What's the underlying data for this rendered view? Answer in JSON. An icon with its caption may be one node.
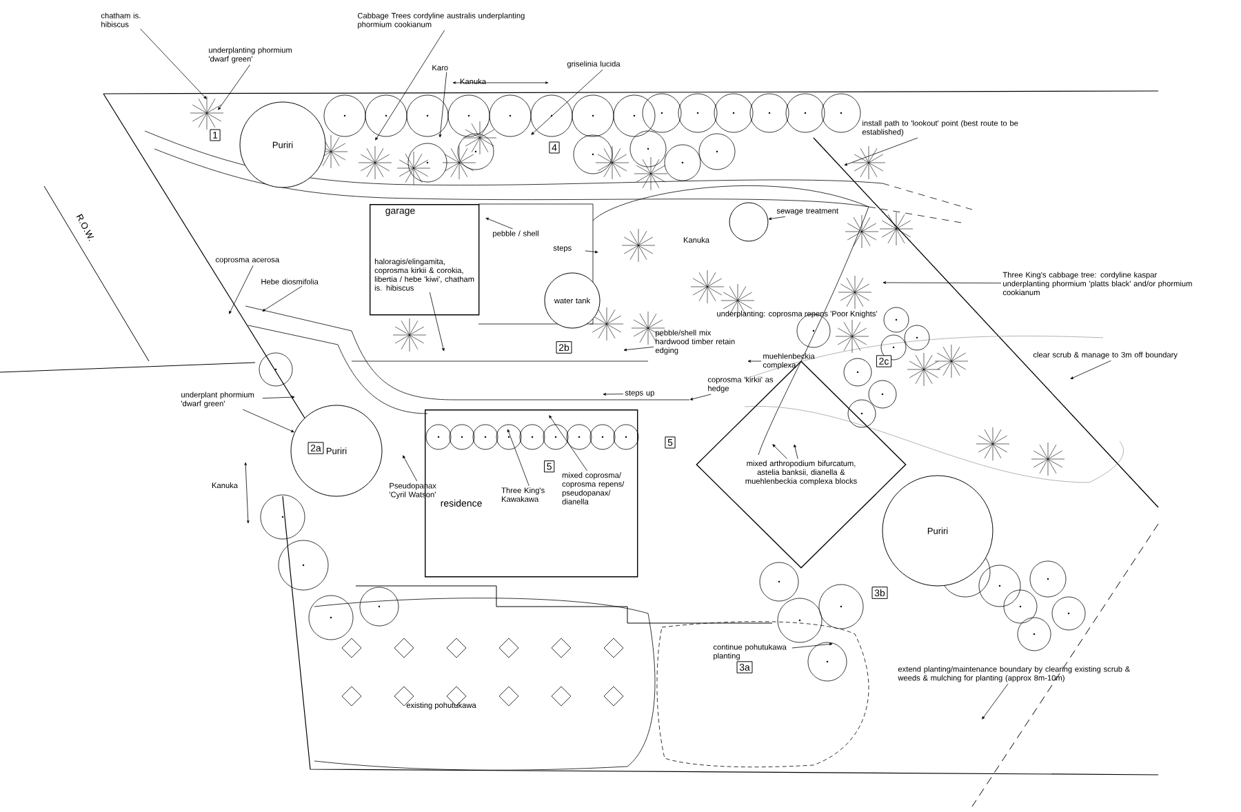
{
  "diagram": {
    "nodes": [
      {
        "text": [
          "chatham is. hibiscus"
        ]
      },
      {
        "text": [
          "underplanting phormium 'dwarf green'"
        ]
      },
      {
        "text": [
          "Cabbage Trees cordyline australis underplanting phormium cookianum"
        ]
      },
      {
        "text": [
          "Karo"
        ]
      },
      {
        "text": [
          "griselinia lucida"
        ]
      },
      {
        "text": [
          "1"
        ]
      },
      {
        "text": [
          "Puriri"
        ]
      },
      {
        "text": [
          "4"
        ]
      },
      {
        "text": [
          "install path to 'lookout' point (best route to be established)"
        ]
      },
      {
        "text": [
          "garage"
        ]
      },
      {
        "text": [
          "haloragis/elingamita, coprosma kirkii & corokia, libertia / hebe 'kiwi', chatham is. hibiscus"
        ],
        "in": 9
      },
      {
        "text": [
          "pebble / shell"
        ]
      },
      {
        "text": [
          "steps"
        ]
      },
      {
        "text": [
          "water tank"
        ]
      },
      {
        "text": [],
        "shape": "circle"
      },
      {
        "text": [
          "sewage treatment"
        ]
      },
      {
        "text": [
          "coprosma acerosa"
        ]
      },
      {
        "text": [
          "Hebe diosmifolia"
        ]
      },
      {
        "text": [
          "Three King's cabbage tree: cordyline kaspar underplanting phormium 'platts black' and/or phormium cookianum"
        ]
      },
      {
        "text": [
          "pebble/shell mix hardwood timber retain edging"
        ]
      },
      {
        "text": [
          "muehlenbeckia complexa"
        ]
      },
      {
        "text": [
          "2b"
        ]
      },
      {
        "text": [
          "2c"
        ]
      },
      {
        "text": [
          "clear scrub & manage to 3m off boundary"
        ]
      },
      {
        "text": [
          "coprosma 'kirkii' as hedge"
        ]
      },
      {
        "text": [
          "steps up"
        ]
      },
      {
        "text": [
          "underplant phormium 'dwarf green'"
        ]
      },
      {
        "text": [
          "Puriri"
        ]
      },
      {
        "text": [
          "2a"
        ],
        "in": 27
      },
      {
        "text": [
          "residence"
        ]
      },
      {
        "text": [
          "5"
        ],
        "in": 29
      },
      {
        "text": [
          "5"
        ]
      },
      {
        "text": [],
        "shape": "diamond"
      },
      {
        "text": [
          "mixed arthropodium bifurcatum, astelia banksii, dianella & muehlenbeckia complexa blocks"
        ],
        "in": 32
      },
      {
        "text": [
          "Pseudopanax 'Cyril Watson'"
        ]
      },
      {
        "text": [
          "Three King's Kawakawa"
        ],
        "in": 29
      },
      {
        "text": [
          "mixed coprosma/ coprosma repens/ pseudopanax/ dianella"
        ],
        "in": 29
      },
      {
        "text": [
          "Puriri"
        ]
      },
      {
        "text": [
          "3b"
        ]
      },
      {
        "text": [
          "continue pohutukawa planting"
        ]
      },
      {
        "text": [
          "3a"
        ]
      },
      {
        "text": [
          "extend planting/maintenance boundary by clearing existing scrub & weeds & mulching for planting (approx 8m-10m)"
        ]
      }
    ],
    "edges": [
      {
        "from": 0,
        "to": null,
        "arrow": "to"
      },
      {
        "from": 1,
        "to": null,
        "arrow": "to"
      },
      {
        "from": 2,
        "to": null,
        "arrow": "to"
      },
      {
        "from": 3,
        "to": null,
        "arrow": "to"
      },
      {
        "from": 4,
        "to": null,
        "arrow": "to"
      },
      {
        "from": 8,
        "to": null,
        "arrow": "to"
      },
      {
        "from": 10,
        "to": null,
        "arrow": "to"
      },
      {
        "from": 11,
        "to": null,
        "arrow": "to"
      },
      {
        "from": 12,
        "to": null,
        "arrow": "to"
      },
      {
        "from": 15,
        "to": 14,
        "arrow": "to"
      },
      {
        "from": 16,
        "to": null,
        "arrow": "to"
      },
      {
        "from": 17,
        "to": null,
        "arrow": "to"
      },
      {
        "from": 18,
        "to": null,
        "arrow": "to"
      },
      {
        "from": 19,
        "to": null,
        "arrow": "to"
      },
      {
        "from": 20,
        "to": null,
        "arrow": "to"
      },
      {
        "from": 23,
        "to": null,
        "arrow": "to"
      },
      {
        "from": 24,
        "to": null,
        "arrow": "to"
      },
      {
        "from": 25,
        "to": null,
        "arrow": "to"
      },
      {
        "from": 26,
        "to": null,
        "arrow": "to"
      },
      {
        "from": 26,
        "to": 27,
        "arrow": "to"
      },
      {
        "from": 33,
        "to": null,
        "arrow": "to"
      },
      {
        "from": 33,
        "to": null,
        "arrow": "to"
      },
      {
        "from": 34,
        "to": null,
        "arrow": "to"
      },
      {
        "from": 35,
        "to": null,
        "arrow": "to"
      },
      {
        "from": 36,
        "to": null,
        "arrow": "to"
      },
      {
        "from": 39,
        "to": null,
        "arrow": "to"
      },
      {
        "from": 41,
        "to": null,
        "arrow": "to"
      }
    ],
    "labels": [
      "R.O.W.",
      "Kanuka",
      "Kanuka",
      "underplanting: coprosma repens 'Poor Knights'",
      "Kanuka",
      "existing pohutukawa"
    ]
  }
}
